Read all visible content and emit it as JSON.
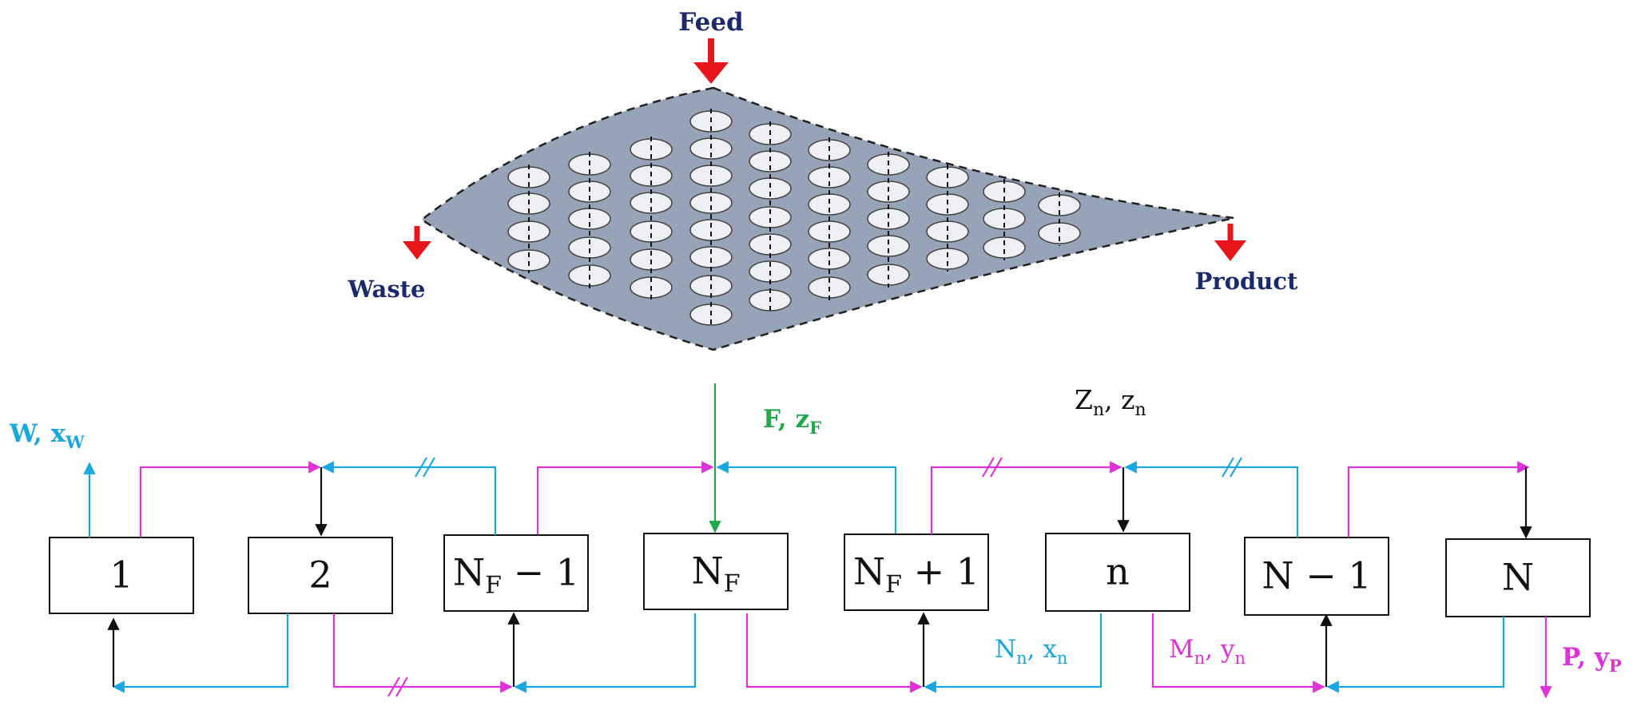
{
  "cascade": {
    "feed_label": "Feed",
    "waste_label": "Waste",
    "product_label": "Product"
  },
  "stages": [
    {
      "id": "1",
      "label": "1"
    },
    {
      "id": "2",
      "label": "2"
    },
    {
      "id": "NF-1",
      "label": "N",
      "sub": "F",
      "suffix": " − 1"
    },
    {
      "id": "NF",
      "label": "N",
      "sub": "F",
      "suffix": ""
    },
    {
      "id": "NF+1",
      "label": "N",
      "sub": "F",
      "suffix": " + 1"
    },
    {
      "id": "n",
      "label": "n"
    },
    {
      "id": "N-1",
      "label": "N − 1"
    },
    {
      "id": "N",
      "label": "N"
    }
  ],
  "flows": {
    "feed": {
      "main": "F",
      "sep": ", ",
      "var": "z",
      "sub": "F"
    },
    "waste": {
      "main": "W",
      "sep": ", ",
      "var": "x",
      "sub": "W"
    },
    "product": {
      "main": "P",
      "sep": ", ",
      "var": "y",
      "sub": "P"
    },
    "stage_feed": {
      "main": "Z",
      "main_sub": "n",
      "sep": ", ",
      "var": "z",
      "sub": "n"
    },
    "heads": {
      "main": "N",
      "main_sub": "n",
      "sep": ", ",
      "var": "x",
      "sub": "n"
    },
    "tails": {
      "main": "M",
      "main_sub": "n",
      "sep": ", ",
      "var": "y",
      "sub": "n"
    }
  },
  "colors": {
    "cyan": "#1aa7e0",
    "magenta": "#e030d8",
    "green": "#22a84a",
    "red": "#e8161b",
    "navy": "#1b2a6b",
    "cascade_fill": "#97a3b6"
  }
}
